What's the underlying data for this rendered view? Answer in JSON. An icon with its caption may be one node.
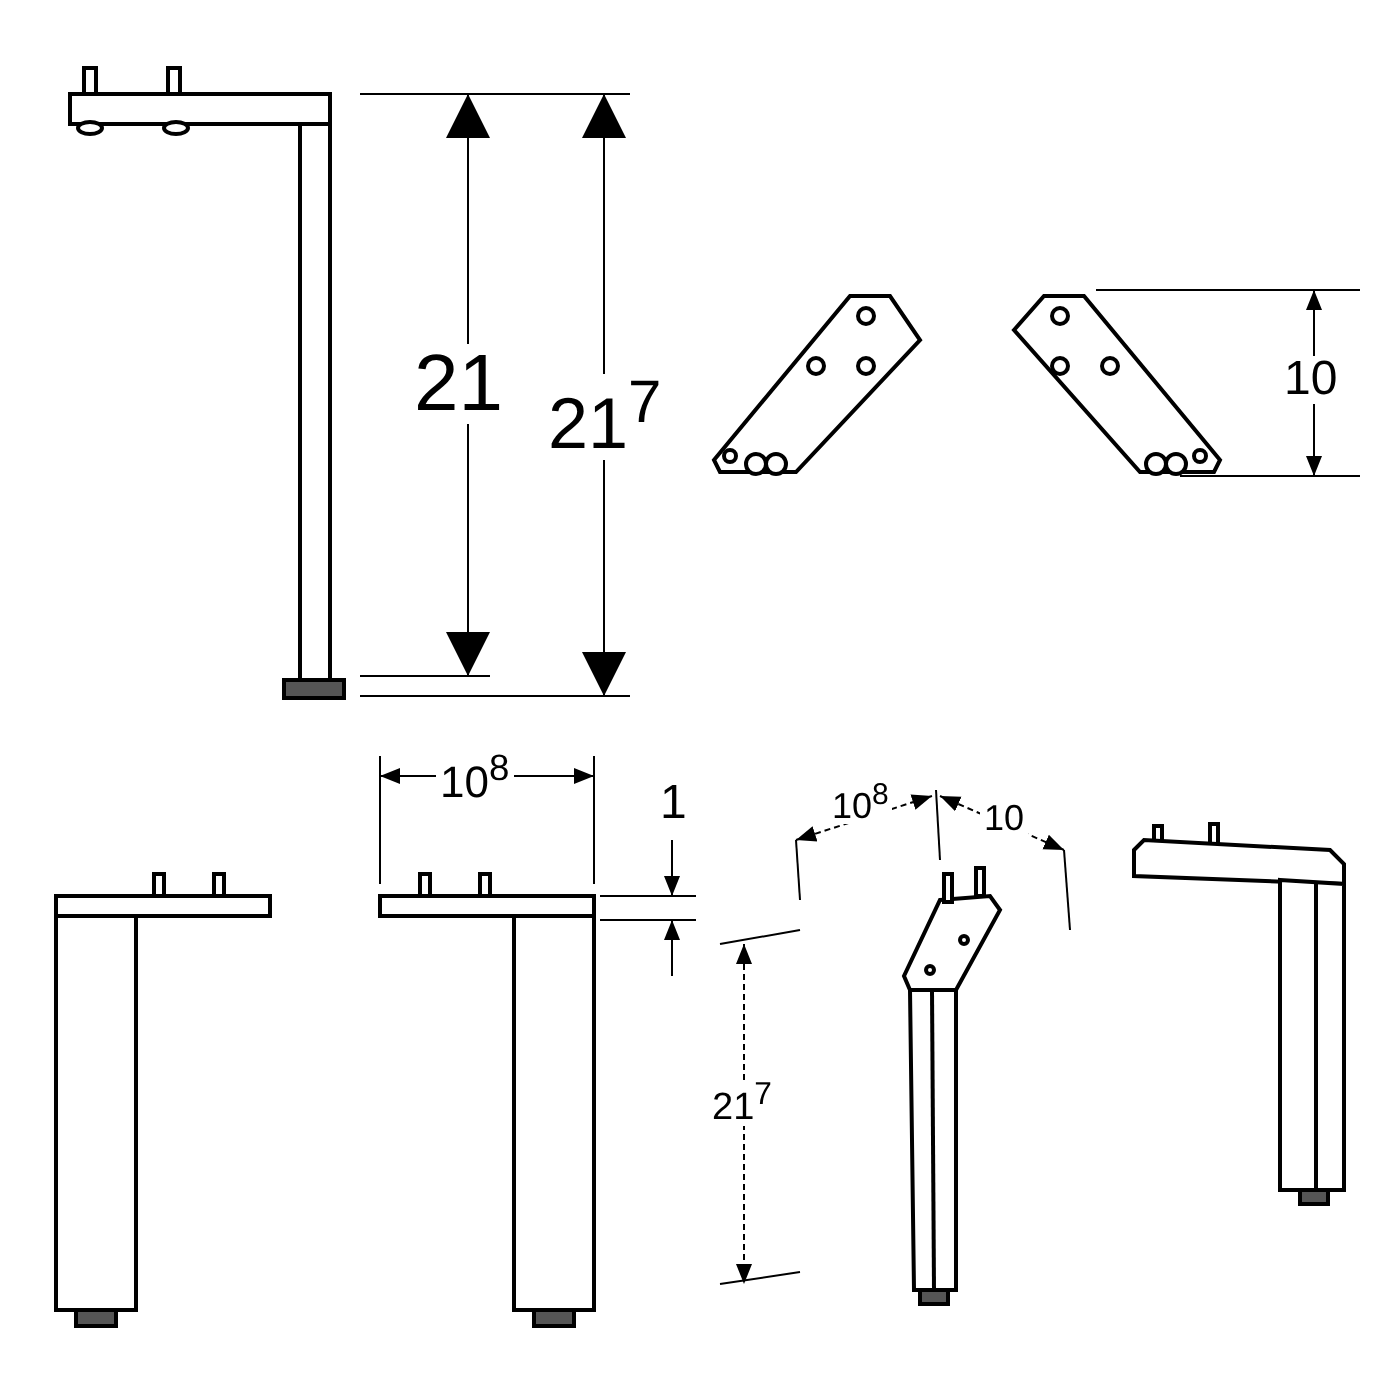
{
  "diagram": {
    "labels": [
      "21",
      "21$^{7}$",
      "10",
      "10$^{8}$",
      "1",
      "10$^{8}$",
      "10",
      "21$^{7}$"
    ]
  }
}
